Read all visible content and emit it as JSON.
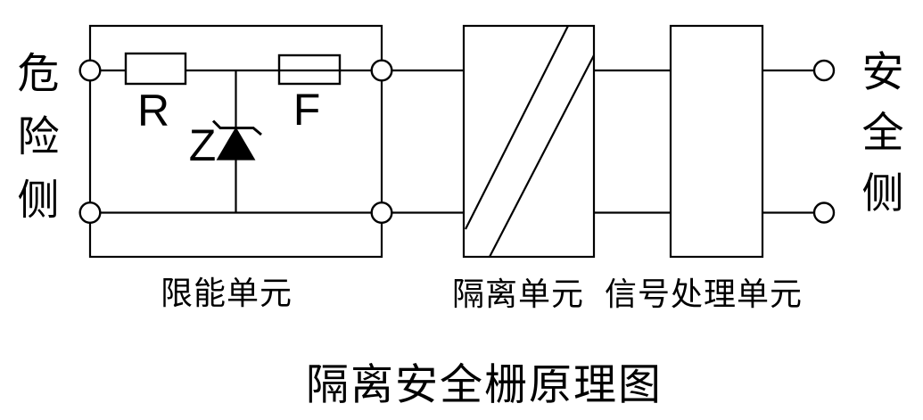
{
  "title": "隔离安全栅原理图",
  "sides": {
    "hazard": "危\n险\n侧",
    "safe": "安\n全\n侧"
  },
  "components": {
    "resistor_label": "R",
    "fuse_label": "F",
    "zener_label": "Z"
  },
  "units": {
    "energy_limit": "限能单元",
    "isolation": "隔离单元",
    "signal_processing": "信号处理单元"
  },
  "colors": {
    "line": "#000000",
    "background": "#ffffff"
  }
}
